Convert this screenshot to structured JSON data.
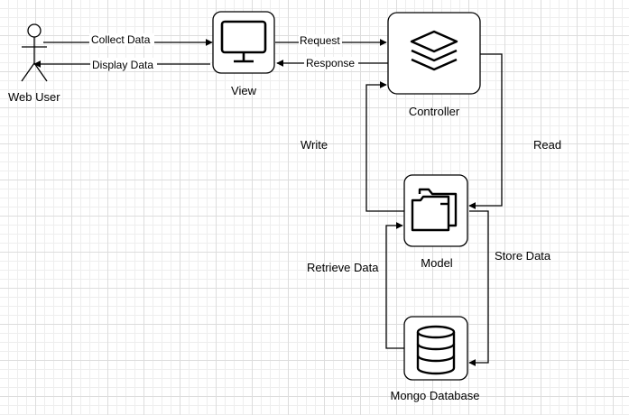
{
  "nodes": {
    "web_user": "Web User",
    "view": "View",
    "controller": "Controller",
    "model": "Model",
    "database": "Mongo Database"
  },
  "edges": {
    "collect_data": "Collect Data",
    "display_data": "Display Data",
    "request": "Request",
    "response": "Response",
    "write": "Write",
    "read": "Read",
    "retrieve_data": "Retrieve Data",
    "store_data": "Store Data"
  },
  "icons": {
    "web_user": "stick-figure-icon",
    "view": "monitor-icon",
    "controller": "layers-icon",
    "model": "folder-icon",
    "database": "database-icon"
  },
  "colors": {
    "stroke": "#000000",
    "background": "#ffffff",
    "grid": "#dddddd"
  }
}
